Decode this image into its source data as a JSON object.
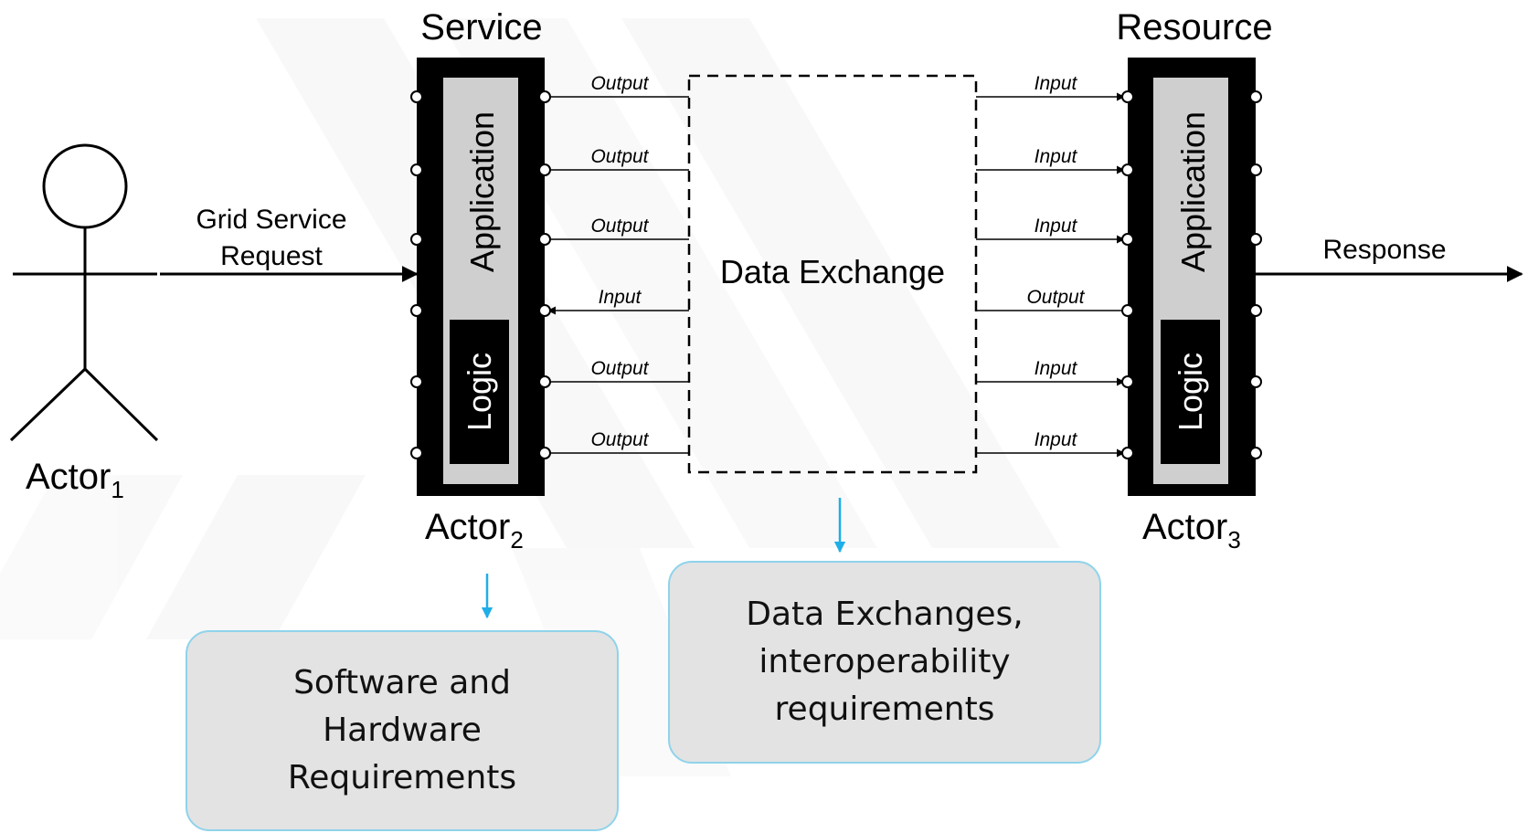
{
  "actors": {
    "actor1": {
      "name": "Actor",
      "subscript": "1"
    },
    "actor2": {
      "name": "Actor",
      "subscript": "2"
    },
    "actor3": {
      "name": "Actor",
      "subscript": "3"
    }
  },
  "service": {
    "title": "Service",
    "application_label": "Application",
    "logic_label": "Logic",
    "ports": [
      "Output",
      "Output",
      "Output",
      "Input",
      "Output",
      "Output"
    ]
  },
  "resource": {
    "title": "Resource",
    "application_label": "Application",
    "logic_label": "Logic",
    "ports": [
      "Input",
      "Input",
      "Input",
      "Output",
      "Input",
      "Input"
    ]
  },
  "request": {
    "line1": "Grid Service",
    "line2": "Request"
  },
  "response": {
    "label": "Response"
  },
  "data_exchange": {
    "label": "Data Exchange"
  },
  "requirements": {
    "hardware": [
      "Software and",
      "Hardware",
      "Requirements"
    ],
    "interop": [
      "Data Exchanges,",
      "interoperability",
      "requirements"
    ]
  },
  "colors": {
    "arrow_blue": "#1eaee8",
    "box_border": "#8fd3ea",
    "box_fill": "#e3e3e3",
    "device_inner": "#cfcfcf",
    "watermark": "#f4f4f4"
  }
}
